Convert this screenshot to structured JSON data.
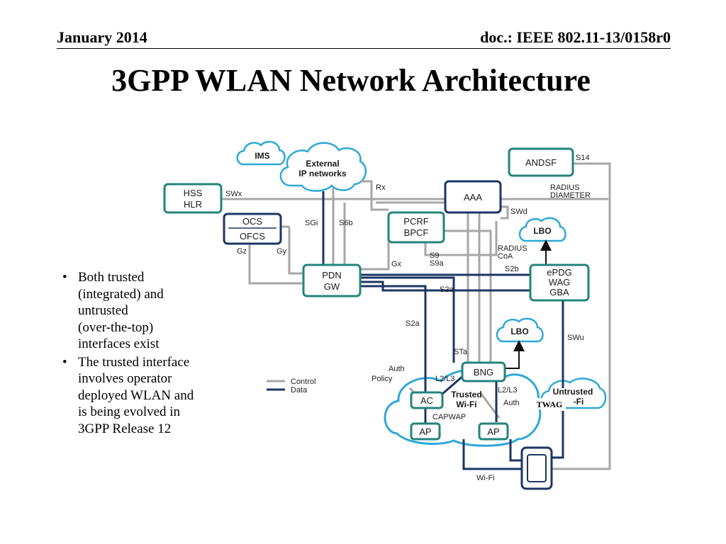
{
  "header": {
    "date": "January 2014",
    "doc_id": "doc.: IEEE 802.11-13/0158r0"
  },
  "slide": {
    "title": "3GPP WLAN Network Architecture",
    "bullets": [
      [
        "Both trusted",
        "(integrated) and",
        "untrusted",
        "(over-the-top)",
        "interfaces exist"
      ],
      [
        "The trusted interface",
        "involves operator",
        "deployed WLAN and",
        "is being evolved in",
        "3GPP Release 12"
      ]
    ]
  },
  "diagram": {
    "colors": {
      "control": "#a6a6a6",
      "data": "#1c3564",
      "box_border": "#22847a",
      "box_fill": "#ffffff",
      "cloud_stroke": "#2ea8d6"
    },
    "nodes": {
      "ims": "IMS",
      "external_ip": [
        "External",
        "IP networks"
      ],
      "andsf": "ANDSF",
      "hss": [
        "HSS",
        "HLR"
      ],
      "aaa": "AAA",
      "ocs": [
        "OCS",
        "OFCS"
      ],
      "pcrf": [
        "PCRF",
        "BPCF"
      ],
      "lbo_top": "LBO",
      "lbo_mid": "LBO",
      "pdn_gw": [
        "PDN",
        "GW"
      ],
      "epdg": [
        "ePDG",
        "WAG",
        "GBA"
      ],
      "bng": "BNG",
      "ac": "AC",
      "ap_left": "AP",
      "ap_right": "AP",
      "trusted_wifi": [
        "Trusted",
        "Wi-Fi"
      ],
      "untrusted_wifi": [
        "Untrusted",
        "-Fi"
      ],
      "twag": "TWAG"
    },
    "labels": {
      "s14": "S14",
      "swx": "SWx",
      "rx": "Rx",
      "radius_diameter": [
        "RADIUS",
        "DIAMETER"
      ],
      "swd": "SWd",
      "sgi": "SGi",
      "s6b": "S6b",
      "gz": "Gz",
      "gy": "Gy",
      "radius_coa": [
        "RADIUS",
        "CoA"
      ],
      "s9": [
        "S9",
        "S9a"
      ],
      "gx": "Gx",
      "s2b": "S2b",
      "s2a_top": "S2a",
      "s2a_left": "S2a",
      "sta": "STa",
      "swu": "SWu",
      "auth_policy": [
        "Auth",
        "Policy"
      ],
      "l2l3_left": "L2/L3",
      "l2l3_right": "L2/L3",
      "auth": "Auth",
      "capwap": "CAPWAP",
      "wifi": "Wi-Fi"
    },
    "legend": {
      "control": "Control",
      "data": "Data"
    }
  }
}
